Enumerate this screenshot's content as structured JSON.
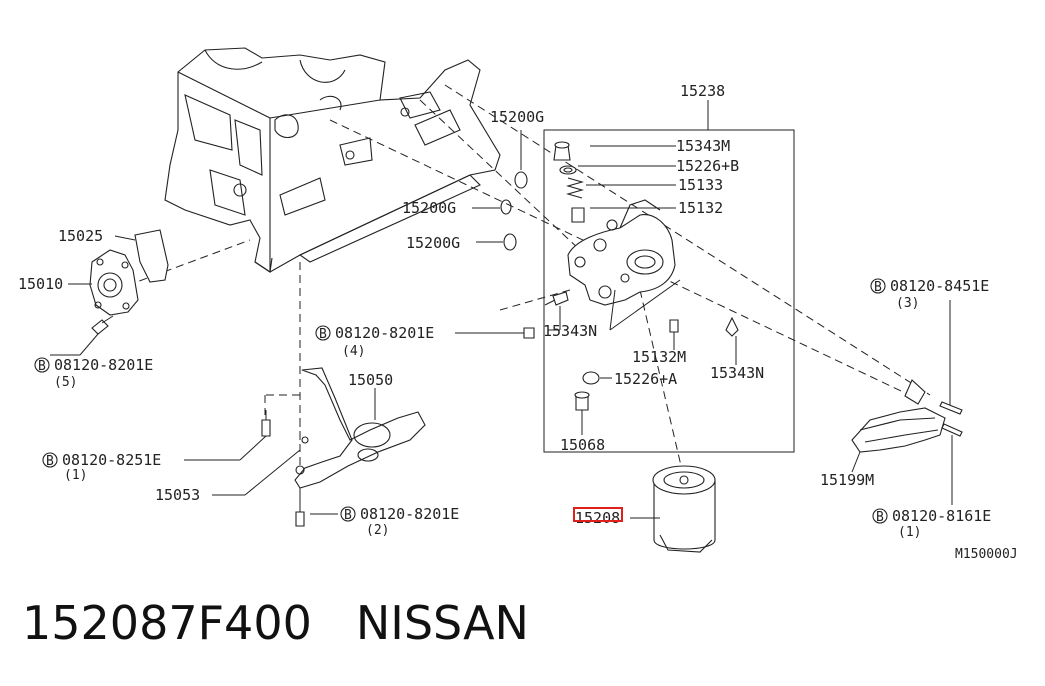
{
  "diagram": {
    "callouts": {
      "c15238": "15238",
      "c15200G_top": "15200G",
      "c15200G_mid": "15200G",
      "c15200G_low": "15200G",
      "c15343M": "15343M",
      "c15226B": "15226+B",
      "c15133": "15133",
      "c15132": "15132",
      "c15025": "15025",
      "c15010": "15010",
      "c08120_8201E_a": "08120-8201E",
      "c08120_8201E_a_qty": "(5)",
      "c08120_8201E_b": "08120-8201E",
      "c08120_8201E_b_qty": "(4)",
      "c15343N_left": "15343N",
      "c15132M": "15132M",
      "c15343N_right": "15343N",
      "c15226A": "15226+A",
      "c15068": "15068",
      "c15050": "15050",
      "c08120_8251E": "08120-8251E",
      "c08120_8251E_qty": "(1)",
      "c15053": "15053",
      "c08120_8201E_c": "08120-8201E",
      "c08120_8201E_c_qty": "(2)",
      "c15208": "15208",
      "c08120_8451E": "08120-8451E",
      "c08120_8451E_qty": "(3)",
      "c15199M": "15199M",
      "c08120_8161E": "08120-8161E",
      "c08120_8161E_qty": "(1)",
      "bolt_marker": "B"
    },
    "reference_code": "M150000J",
    "highlight_color": "#e0201a"
  },
  "footer": {
    "part_number": "152087F400",
    "brand": "NISSAN"
  }
}
